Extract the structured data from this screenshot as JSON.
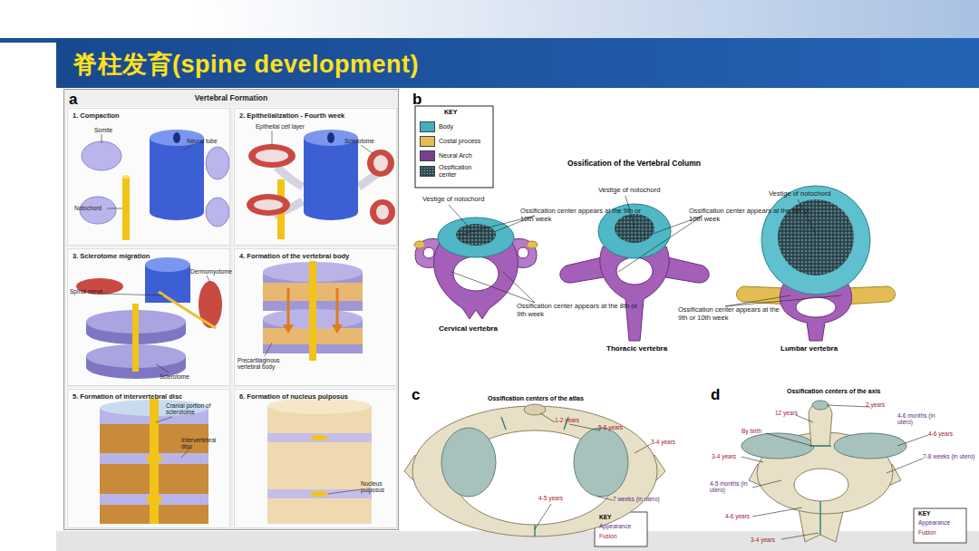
{
  "diagram": {
    "title": "脊柱发育(spine development)",
    "nodes": [
      {
        "text": [
          "Vertebral Formation"
        ]
      },
      {
        "text": [
          "1. Compaction"
        ],
        "in": 0
      },
      {
        "text": [
          "2. Epithelialization - Fourth week"
        ],
        "in": 0
      },
      {
        "text": [
          "3. Sclerotome migration"
        ],
        "in": 0
      },
      {
        "text": [
          "4. Formation of the vertebral body"
        ],
        "in": 0
      },
      {
        "text": [
          "5. Formation of intervertebral disc"
        ],
        "in": 0
      },
      {
        "text": [
          "6. Formation of nucleus pulposus"
        ],
        "in": 0
      }
    ],
    "labels": [
      "a",
      "Somite",
      "Neural tube",
      "Notochord",
      "Epithelial cell layer",
      "Sclerotome",
      "Spinal nerve",
      "Dermomyotome",
      "Sclerotome",
      "Precartilaginous vertebral body",
      "Cranial portion of sclerotome",
      "Intervertebral disc",
      "Nucleus pulposus",
      "b",
      "KEY",
      "Ossification of the Vertebral Column",
      "Vestige of notochord",
      "Ossification center appears at the 9th or 10th week",
      "Ossification center appears at the 8th or 9th week",
      "Cervical vertebra",
      "Vestige of notochord",
      "Ossification center appears at the 9th or 10th week",
      "Thoracic vertebra",
      "Vestige of notochord",
      "Ossification center appears at the 9th or 10th week",
      "Lumbar vertebra",
      "c",
      "Ossification centers of the atlas",
      "1-2 years",
      "5-6 years",
      "3-4 years",
      "4-5 years",
      "7 weeks (in utero)",
      "KEY",
      "d",
      "Ossification centers of the axis",
      "12 years",
      "2 years",
      "4-6 months (in utero)",
      "By birth",
      "4-6 years",
      "3-4 years",
      "7-8 weeks (in utero)",
      "4-5 months (in utero)",
      "4-6 years",
      "3-4 years",
      "KEY"
    ],
    "legend": [
      {
        "text": "Body",
        "color": "#3fb0c0"
      },
      {
        "text": "Costal process",
        "color": "#e3bd54"
      },
      {
        "text": "Neural Arch",
        "color": "#7b3f8f"
      },
      {
        "text": "Ossification center"
      },
      {
        "text": "Appearance"
      },
      {
        "text": "Fusion"
      },
      {
        "text": "Appearance"
      },
      {
        "text": "Fusion"
      }
    ]
  }
}
